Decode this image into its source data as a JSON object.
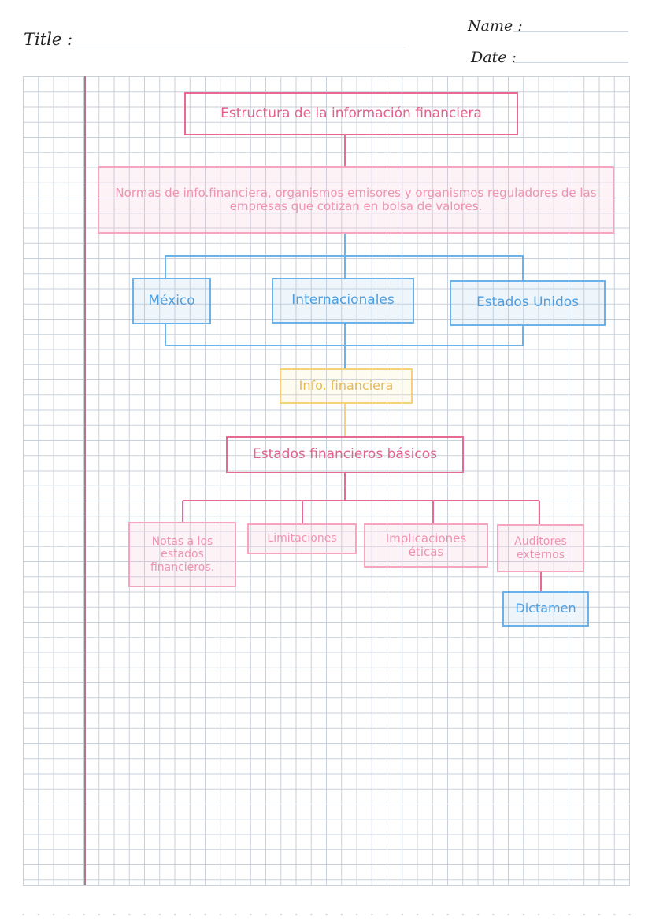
{
  "header": {
    "title_label": "Title :",
    "name_label": "Name :",
    "date_label": "Date :"
  },
  "diagram": {
    "root": "Estructura de la información financiera",
    "normas": "Normas de info.financiera, organismos emisores y organismos reguladores de las empresas que cotizan en bolsa de valores.",
    "regions": [
      "México",
      "Internacionales",
      "Estados Unidos"
    ],
    "info": "Info. financiera",
    "estados": "Estados financieros básicos",
    "children": [
      "Notas a los estados financieros.",
      "Limitaciones",
      "Implicaciones éticas",
      "Auditores externos"
    ],
    "dictamen": "Dictamen"
  },
  "colors": {
    "pink": "#e86a93",
    "pink_light": "#f4a6bf",
    "blue": "#6cb2ea",
    "yellow": "#f3d27a",
    "margin_line": "#b07884",
    "grid": "#c9d0da"
  }
}
